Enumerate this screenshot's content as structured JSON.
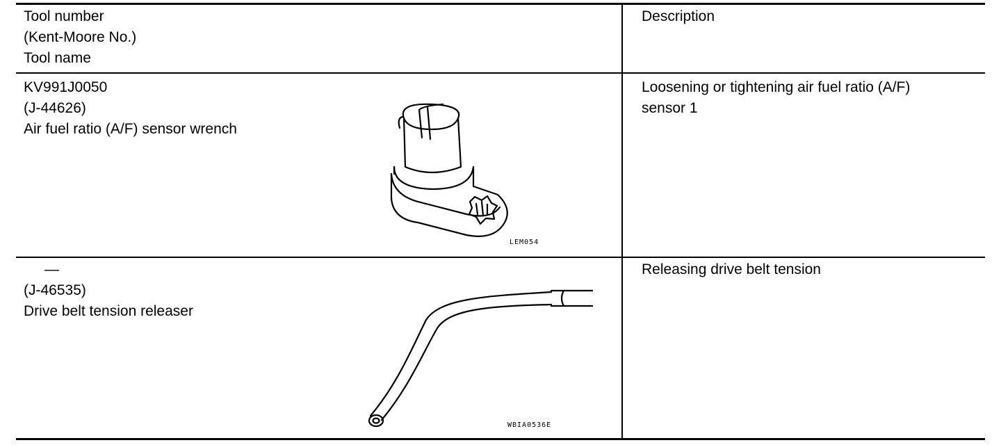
{
  "header": {
    "tool_number_label": "Tool number",
    "kent_moore_label": "(Kent-Moore No.)",
    "tool_name_label": "Tool name",
    "description_label": "Description"
  },
  "rows": [
    {
      "tool_number": "KV991J0050",
      "kent_moore": "(J-44626)",
      "tool_name": "Air fuel ratio (A/F) sensor wrench",
      "description_line1": "Loosening or tightening air fuel ratio (A/F)",
      "description_line2": "sensor 1",
      "figure_code": "LEM054",
      "icon": "sensor-wrench-icon"
    },
    {
      "tool_number": "—",
      "kent_moore": "(J-46535)",
      "tool_name": "Drive belt tension releaser",
      "description_line1": "Releasing drive belt tension",
      "figure_code": "WBIA0536E",
      "icon": "tension-releaser-icon"
    }
  ]
}
